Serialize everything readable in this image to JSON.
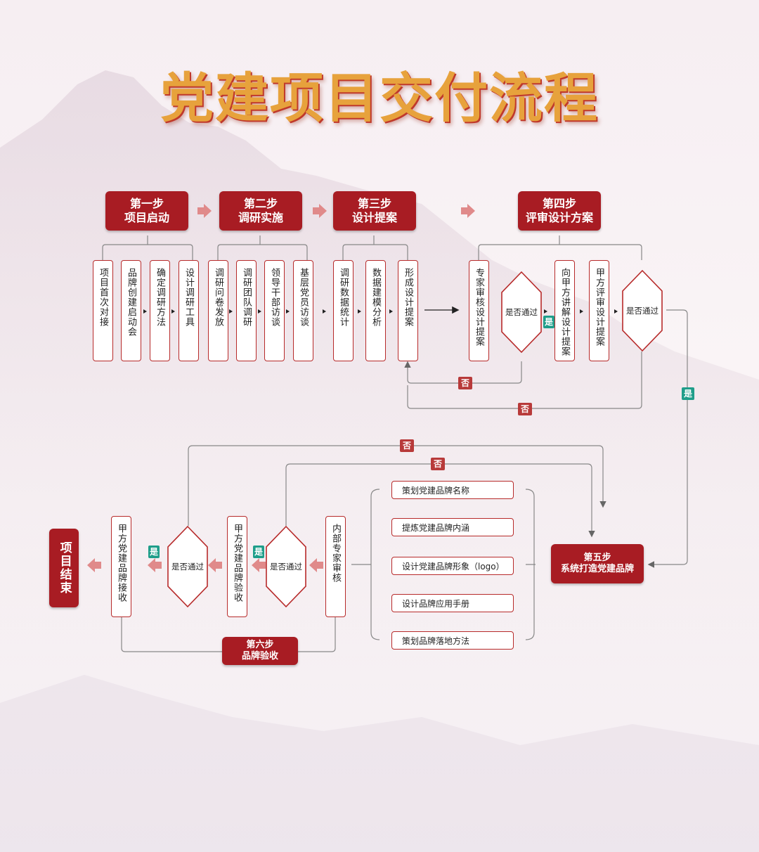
{
  "title": "党建项目交付流程",
  "steps": {
    "s1": {
      "line1": "第一步",
      "line2": "项目启动"
    },
    "s2": {
      "line1": "第二步",
      "line2": "调研实施"
    },
    "s3": {
      "line1": "第三步",
      "line2": "设计提案"
    },
    "s4": {
      "line1": "第四步",
      "line2": "评审设计方案"
    },
    "s5": {
      "line1": "第五步",
      "line2": "系统打造党建品牌"
    },
    "s6": {
      "line1": "第六步",
      "line2": "品牌验收"
    },
    "end": {
      "label": "项目结束"
    }
  },
  "step1_items": [
    "项目首次对接",
    "品牌创建启动会",
    "确定调研方法",
    "设计调研工具"
  ],
  "step2_items": [
    "调研问卷发放",
    "调研团队调研",
    "领导干部访谈",
    "基层党员访谈"
  ],
  "step3_items": [
    "调研数据统计",
    "数据建模分析",
    "形成设计提案"
  ],
  "step4_items": [
    "专家审核设计提案",
    "向甲方讲解设计提案",
    "甲方评审设计提案"
  ],
  "step5_items": [
    "策划党建品牌名称",
    "提炼党建品牌内涵",
    "设计党建品牌形象（logo）",
    "设计品牌应用手册",
    "策划品牌落地方法"
  ],
  "step6_items": [
    "内部专家审核",
    "甲方党建品牌验收",
    "甲方党建品牌接收"
  ],
  "decision_label": "是否通过",
  "yes_label": "是",
  "no_label": "否",
  "colors": {
    "primary": "#a81c23",
    "border": "#b72a2a",
    "title": "#e7a23c",
    "yes": "#1f9e8a",
    "arrow": "#e08a8a"
  }
}
